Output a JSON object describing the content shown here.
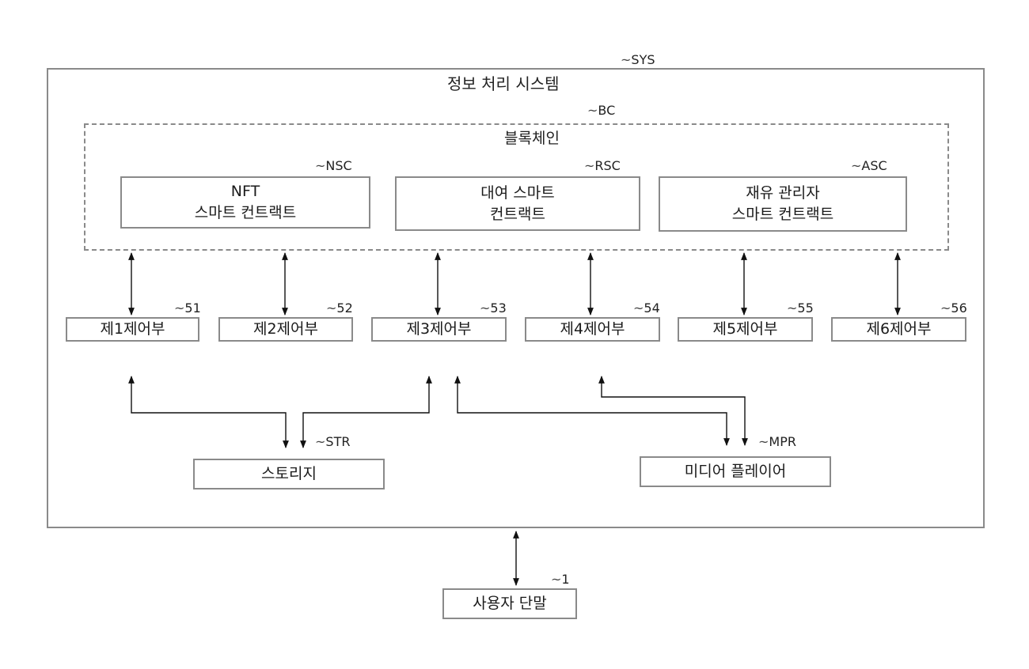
{
  "system": {
    "title": "정보 처리 시스템",
    "ref": "SYS"
  },
  "blockchain": {
    "title": "블록체인",
    "ref": "BC"
  },
  "contracts": [
    {
      "ref": "NSC",
      "lines": [
        "NFT",
        "스마트 컨트랙트"
      ]
    },
    {
      "ref": "RSC",
      "lines": [
        "대여 스마트",
        "컨트랙트"
      ]
    },
    {
      "ref": "ASC",
      "lines": [
        "재유 관리자",
        "스마트 컨트랙트"
      ]
    }
  ],
  "controllers": [
    {
      "label": "제1제어부",
      "ref": "51"
    },
    {
      "label": "제2제어부",
      "ref": "52"
    },
    {
      "label": "제3제어부",
      "ref": "53"
    },
    {
      "label": "제4제어부",
      "ref": "54"
    },
    {
      "label": "제5제어부",
      "ref": "55"
    },
    {
      "label": "제6제어부",
      "ref": "56"
    }
  ],
  "storage": {
    "label": "스토리지",
    "ref": "STR"
  },
  "media_player": {
    "label": "미디어 플레이어",
    "ref": "MPR"
  },
  "user_terminal": {
    "label": "사용자 단말",
    "ref": "1"
  }
}
